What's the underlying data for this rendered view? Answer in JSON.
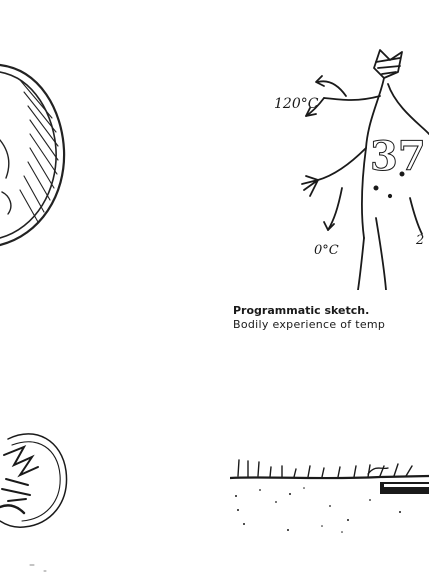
{
  "caption": {
    "title": "Programmatic sketch.",
    "subtitle": "Bodily experience of temp"
  },
  "sketch_annotations": {
    "temp_hot": "120°C",
    "temp_body": "37",
    "temp_cold": "0°C",
    "temp_mid": "2"
  }
}
